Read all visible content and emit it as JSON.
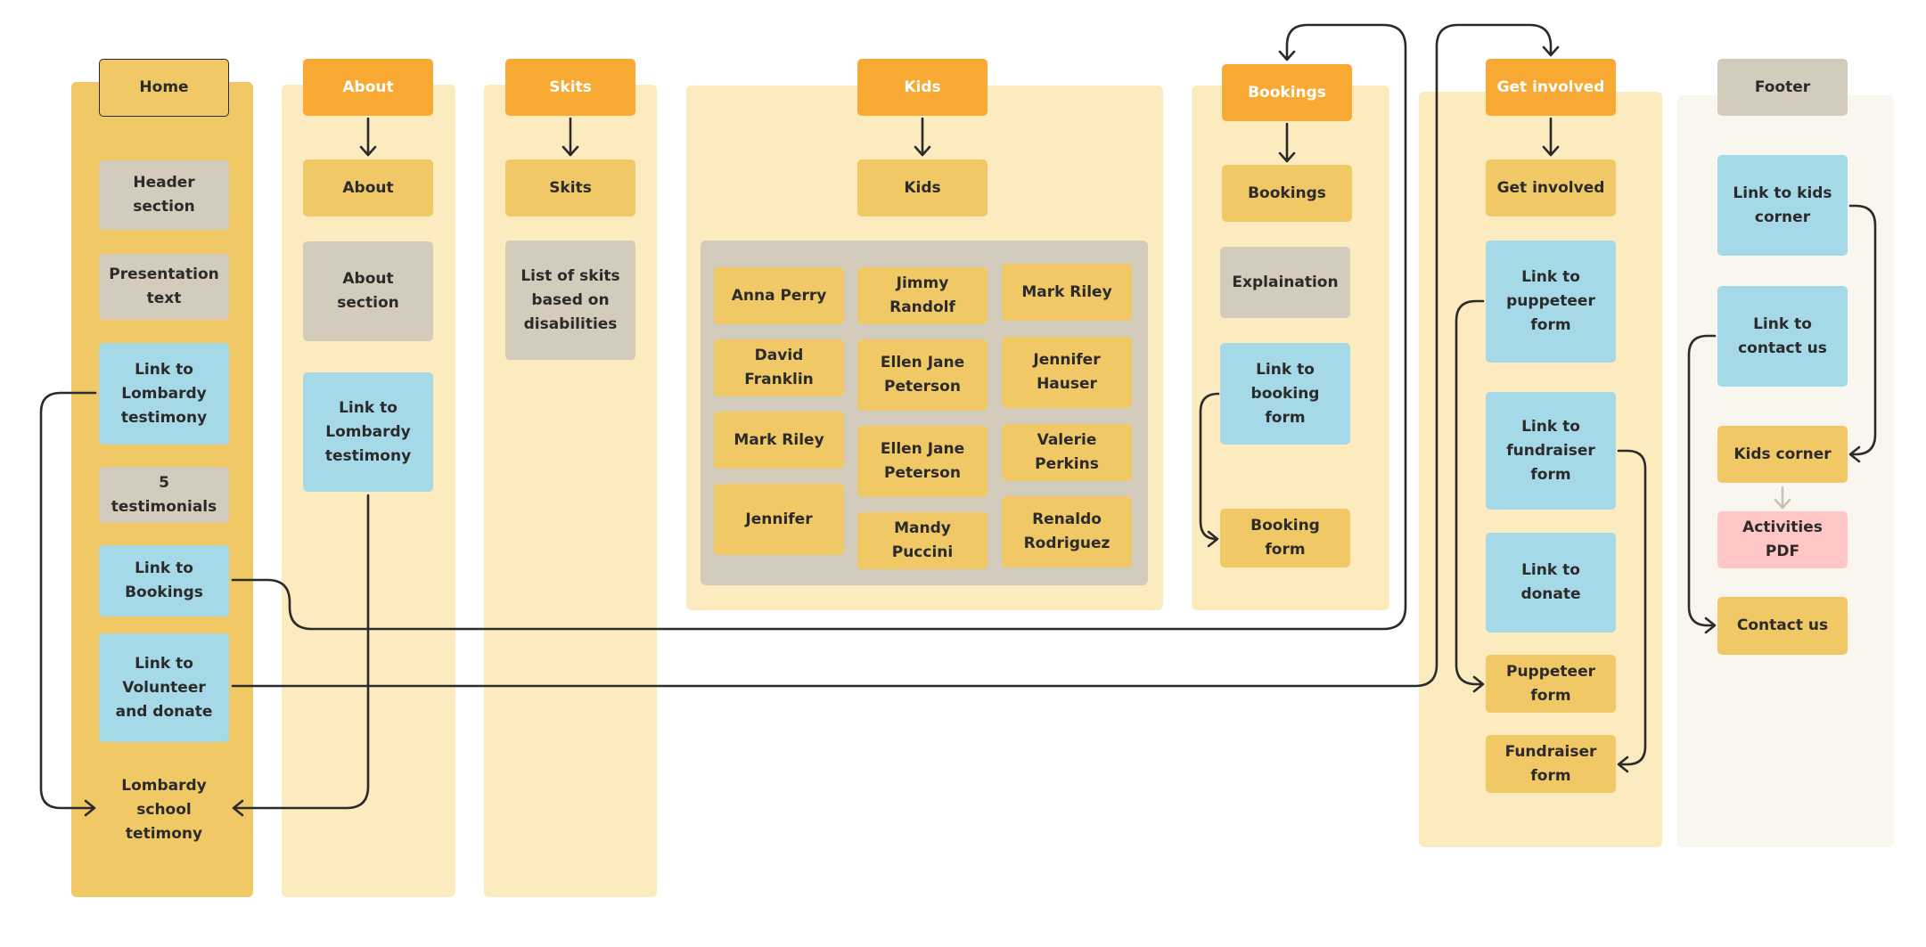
{
  "colors": {
    "home_col": "#f0c865",
    "light_col": "#fdebc0",
    "footer_col": "#f9f6f0",
    "header_orange": "#f7a934",
    "page_yellow": "#f0c865",
    "section_gray": "#d3cbbc",
    "link_blue": "#a6d9e8",
    "pdf_pink": "#ffc6c6",
    "line": "#2b2b2b"
  },
  "home": {
    "header": "Home",
    "header_section": "Header section",
    "presentation_text": "Presentation text",
    "link_lombardy": "Link to Lombardy testimony",
    "testimonials": "5 testimonials",
    "link_bookings": "Link to Bookings",
    "link_volunteer": "Link to Volunteer and donate",
    "lombardy_school": "Lombardy school tetimony"
  },
  "about": {
    "header": "About",
    "page": "About",
    "section": "About section",
    "link_lombardy": "Link to Lombardy testimony"
  },
  "skits": {
    "header": "Skits",
    "page": "Skits",
    "list": "List of skits based on disabilities"
  },
  "kids": {
    "header": "Kids",
    "page": "Kids",
    "names": [
      "Anna Perry",
      "Jimmy Randolf",
      "Mark Riley",
      "David Franklin",
      "Ellen Jane Peterson",
      "Jennifer Hauser",
      "Mark Riley",
      "Ellen Jane Peterson",
      "Valerie Perkins",
      "Jennifer",
      "Mandy Puccini",
      "Renaldo Rodriguez"
    ]
  },
  "bookings": {
    "header": "Bookings",
    "page": "Bookings",
    "explanation": "Explaination",
    "link_form": "Link to booking form",
    "form": "Booking form"
  },
  "get_involved": {
    "header": "Get involved",
    "page": "Get involved",
    "link_puppeteer": "Link to puppeteer form",
    "link_fundraiser": "Link to fundraiser form",
    "link_donate": "Link to donate",
    "puppeteer_form": "Puppeteer form",
    "fundraiser_form": "Fundraiser form"
  },
  "footer": {
    "header": "Footer",
    "link_kids": "Link to kids corner",
    "link_contact": "Link to contact us",
    "kids_corner": "Kids corner",
    "activities_pdf": "Activities PDF",
    "contact_us": "Contact us"
  }
}
